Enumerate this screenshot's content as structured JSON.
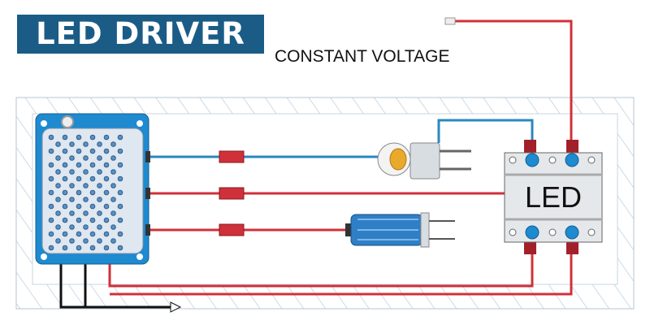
{
  "title": "LED DRIVER",
  "subtitle": "CONSTANT VOLTAGE",
  "module_label": "LED",
  "colors": {
    "title_bg": "#1b5c86",
    "board": "#1e8ad0",
    "wire_red": "#d0303a",
    "wire_blue": "#2a88c0",
    "wire_black": "#111111"
  }
}
